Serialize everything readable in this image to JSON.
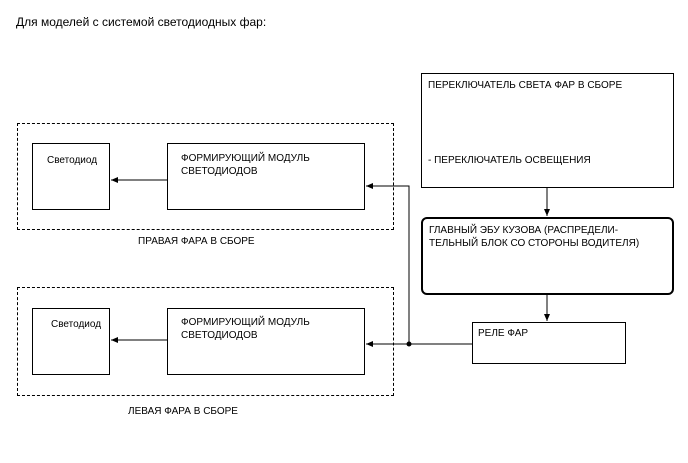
{
  "heading": "Для моделей с системой светодиодных фар:",
  "right_headlamp": {
    "caption": "ПРАВАЯ ФАРА В СБОРЕ",
    "led_label": "Светодиод",
    "module_line1": "ФОРМИРУЮЩИЙ МОДУЛЬ",
    "module_line2": "СВЕТОДИОДОВ"
  },
  "left_headlamp": {
    "caption": "ЛЕВАЯ ФАРА В СБОРЕ",
    "led_label": "Светодиод",
    "module_line1": "ФОРМИРУЮЩИЙ МОДУЛЬ",
    "module_line2": "СВЕТОДИОДОВ"
  },
  "switch_box": {
    "title": "ПЕРЕКЛЮЧАТЕЛЬ СВЕТА ФАР В СБОРЕ",
    "item": "- ПЕРЕКЛЮЧАТЕЛЬ ОСВЕЩЕНИЯ"
  },
  "ecu_box": {
    "line1": "ГЛАВНЫЙ ЭБУ КУЗОВА (РАСПРЕДЕЛИ-",
    "line2": "ТЕЛЬНЫЙ БЛОК СО СТОРОНЫ ВОДИТЕЛЯ)"
  },
  "relay_box": {
    "label": "РЕЛЕ ФАР"
  }
}
